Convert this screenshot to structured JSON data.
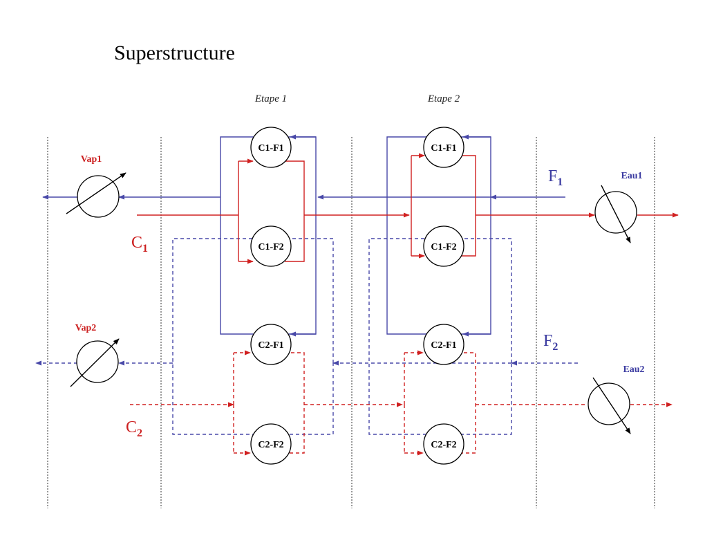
{
  "title": "Superstructure",
  "stages": [
    "Etape 1",
    "Etape 2"
  ],
  "exchangers": {
    "c1f1": "C1-F1",
    "c1f2": "C1-F2",
    "c2f1": "C2-F1",
    "c2f2": "C2-F2"
  },
  "utilities": {
    "vap1": "Vap1",
    "vap2": "Vap2",
    "eau1": "Eau1",
    "eau2": "Eau2"
  },
  "streams": {
    "c1": {
      "main": "C",
      "sub": "1"
    },
    "c2": {
      "main": "C",
      "sub": "2"
    },
    "f1": {
      "main": "F",
      "sub": "1"
    },
    "f2": {
      "main": "F",
      "sub": "2"
    }
  },
  "colors": {
    "hot": "#d02020",
    "cold": "#4848a8"
  }
}
